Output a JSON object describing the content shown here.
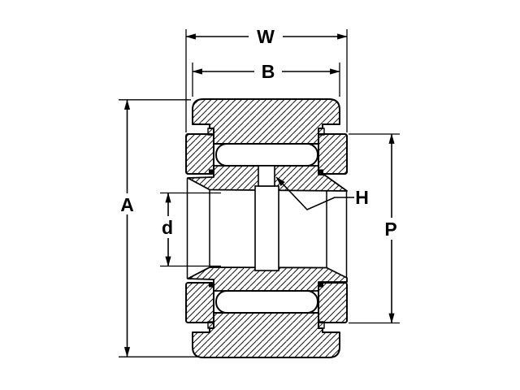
{
  "figure": {
    "kind": "technical-drawing",
    "subject": "yoke roller bearing cross-section with dimension callouts",
    "colors": {
      "background": "#ffffff",
      "line": "#000000"
    },
    "labels": {
      "w": "W",
      "b": "B",
      "a": "A",
      "d": "d",
      "h": "H",
      "p": "P"
    }
  }
}
